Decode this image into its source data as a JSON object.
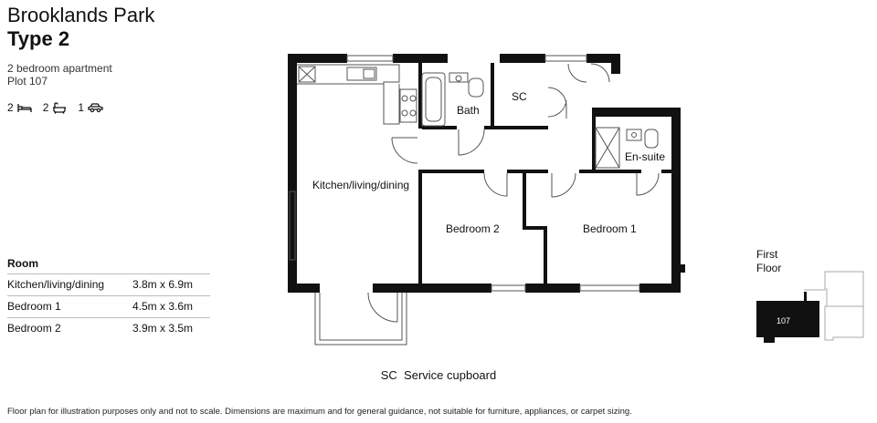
{
  "header": {
    "development": "Brooklands Park",
    "type": "Type 2",
    "description": "2 bedroom apartment",
    "plot": "Plot 107"
  },
  "features": [
    {
      "count": "2",
      "icon": "bed-icon"
    },
    {
      "count": "2",
      "icon": "bath-icon"
    },
    {
      "count": "1",
      "icon": "car-icon"
    }
  ],
  "plan": {
    "rooms": {
      "kitchen": "Kitchen/living/dining",
      "bath": "Bath",
      "sc": "SC",
      "ensuite": "En-suite",
      "bedroom2": "Bedroom 2",
      "bedroom1": "Bedroom 1"
    }
  },
  "room_table": {
    "header": "Room",
    "rows": [
      {
        "name": "Kitchen/living/dining",
        "size": "3.8m x 6.9m"
      },
      {
        "name": "Bedroom 1",
        "size": "4.5m x 3.6m"
      },
      {
        "name": "Bedroom 2",
        "size": "3.9m x 3.5m"
      }
    ]
  },
  "key_plan": {
    "label_line1": "First",
    "label_line2": "Floor",
    "plot_number": "107"
  },
  "legend": "SC  Service cupboard",
  "disclaimer": "Floor plan for illustration purposes only and not to scale. Dimensions are maximum and for general guidance, not suitable for furniture, appliances, or carpet sizing.",
  "colors": {
    "wall": "#111111",
    "text": "#111111",
    "rule": "#bbbbbb"
  }
}
